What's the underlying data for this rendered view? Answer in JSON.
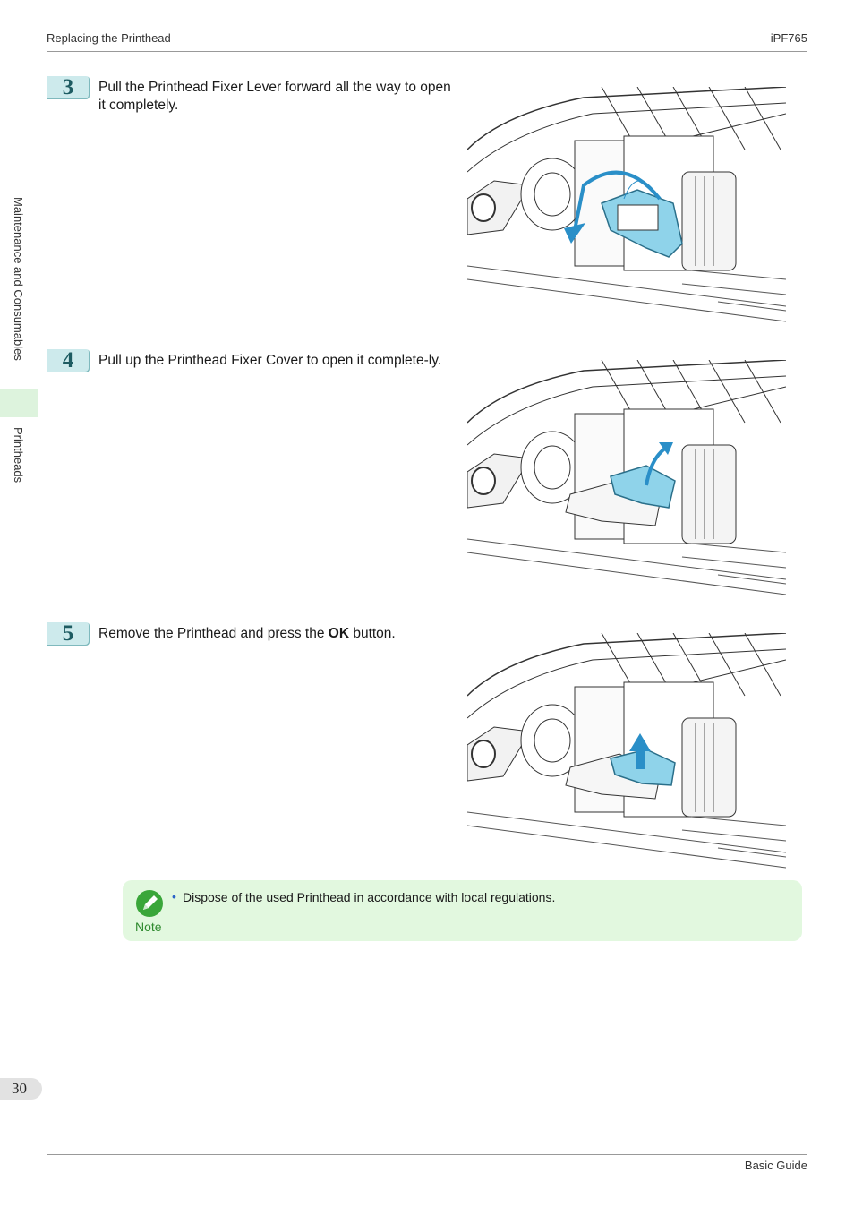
{
  "header": {
    "section": "Replacing the Printhead",
    "model": "iPF765"
  },
  "side_tab": {
    "chapter": "Maintenance and Consumables",
    "subsection": "Printheads"
  },
  "steps": [
    {
      "number": "3",
      "text": "Pull the Printhead Fixer Lever forward all the way to open it completely.",
      "illustration": "printhead-fixer-lever-open-illustration"
    },
    {
      "number": "4",
      "text": "Pull up the Printhead Fixer Cover to open it complete-ly.",
      "illustration": "printhead-fixer-cover-open-illustration"
    },
    {
      "number": "5",
      "text_before": "Remove the Printhead and press the ",
      "text_bold": "OK",
      "text_after": " button.",
      "illustration": "printhead-removal-illustration"
    }
  ],
  "note": {
    "label": "Note",
    "icon": "note-pencil-icon",
    "items": [
      "Dispose of the used Printhead in accordance with local regulations."
    ]
  },
  "footer": {
    "page_number": "30",
    "guide": "Basic Guide"
  },
  "colors": {
    "highlight": "#8fd3ea",
    "step_badge": "#cdeaec",
    "note_background": "#e2f8df",
    "side_tab": "#ddf3dd"
  }
}
